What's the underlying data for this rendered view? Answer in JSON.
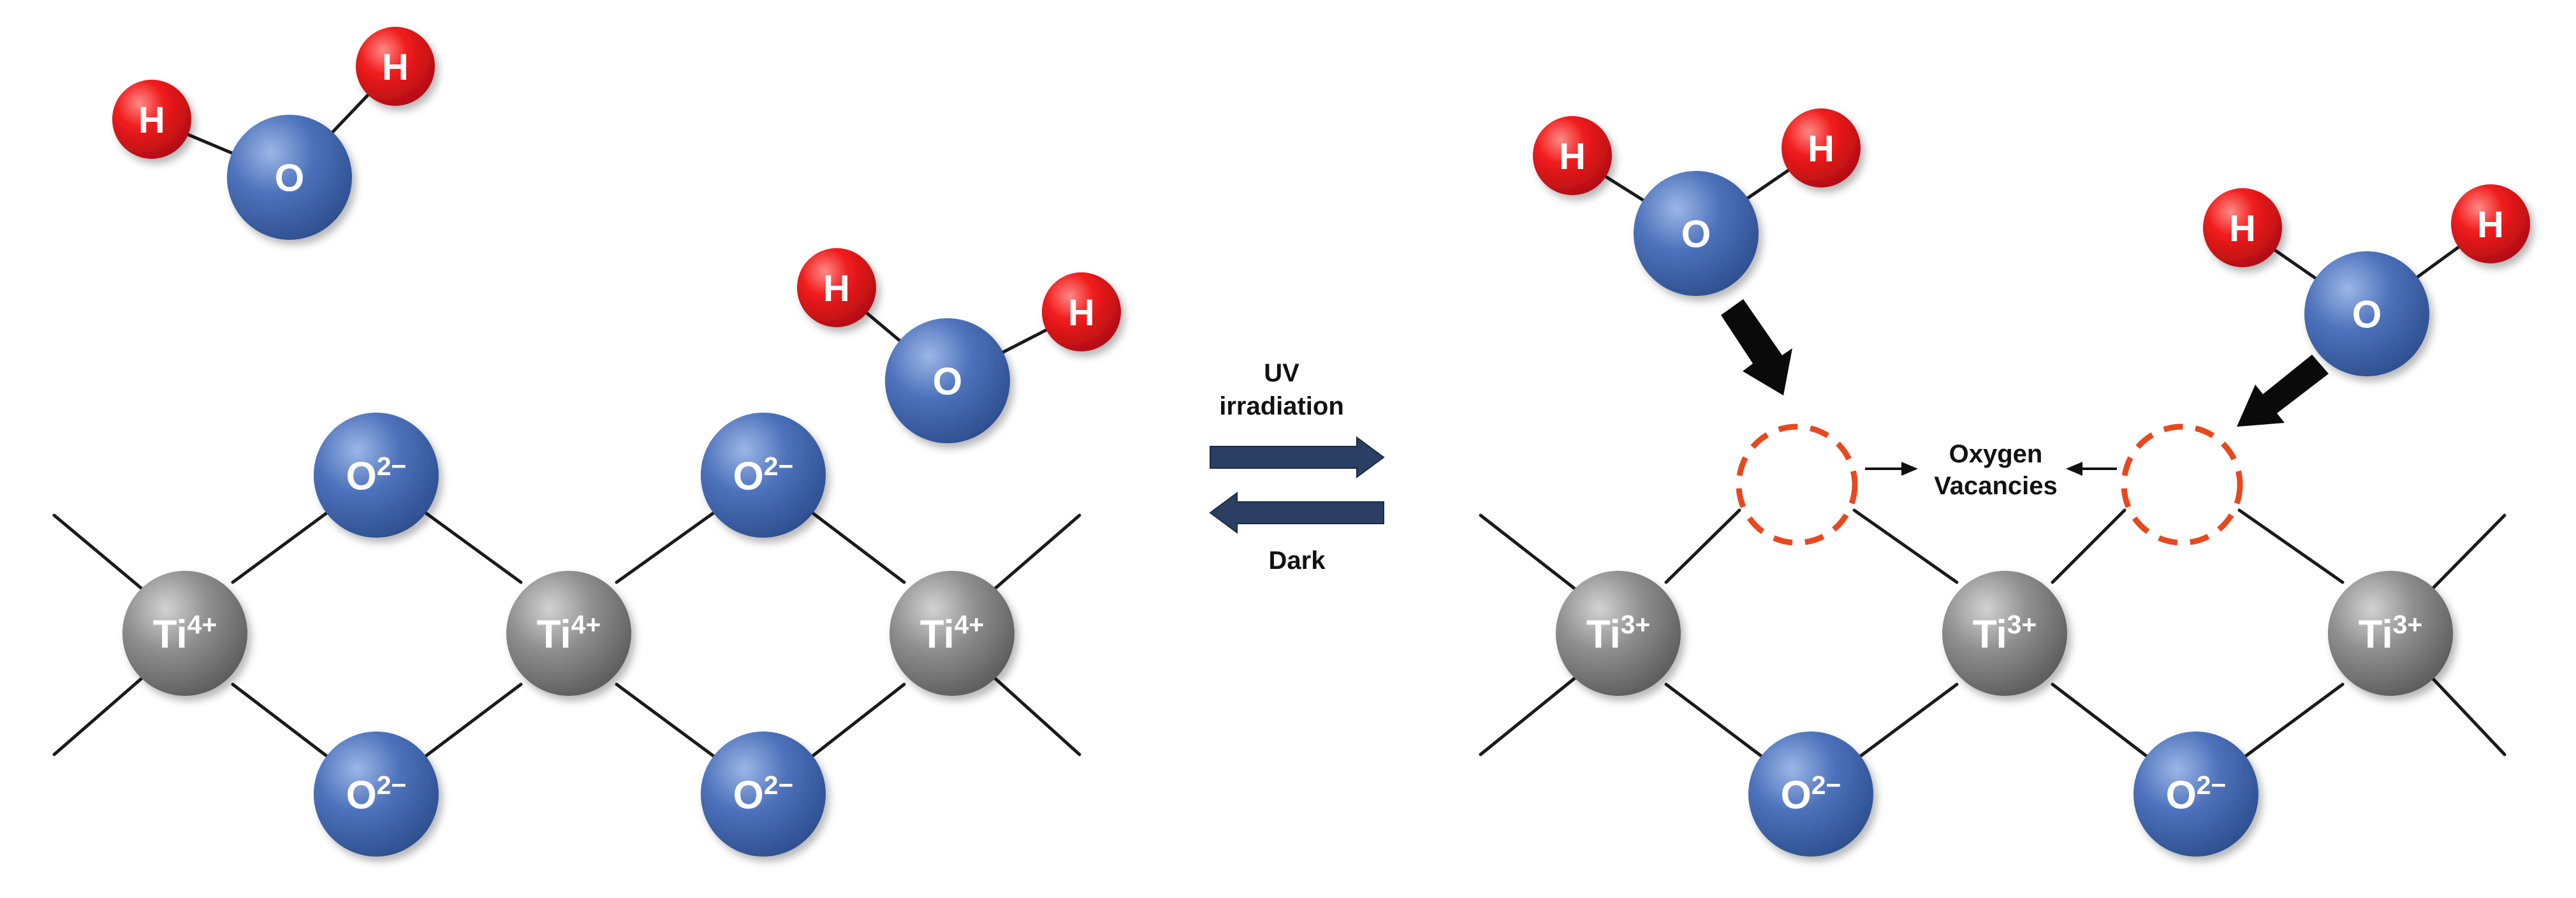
{
  "atoms": {
    "h": "H",
    "o": "O",
    "ti": "Ti",
    "ti_charge_before": "4+",
    "ti_charge_after": "3+",
    "o_ion": "O",
    "o_charge": "2−"
  },
  "labels": {
    "uv_line1": "UV",
    "uv_line2": "irradiation",
    "dark": "Dark",
    "vacancies_line1": "Oxygen",
    "vacancies_line2": "Vacancies"
  },
  "colors": {
    "hydrogen": "#e8202a",
    "oxygen": "#4a6fb5",
    "titanium": "#8d8d8d",
    "bond": "#1a1a1a",
    "vacancy_dash": "#e8481e",
    "equilibrium_arrow": "#2a3f63",
    "background": "#ffffff"
  }
}
